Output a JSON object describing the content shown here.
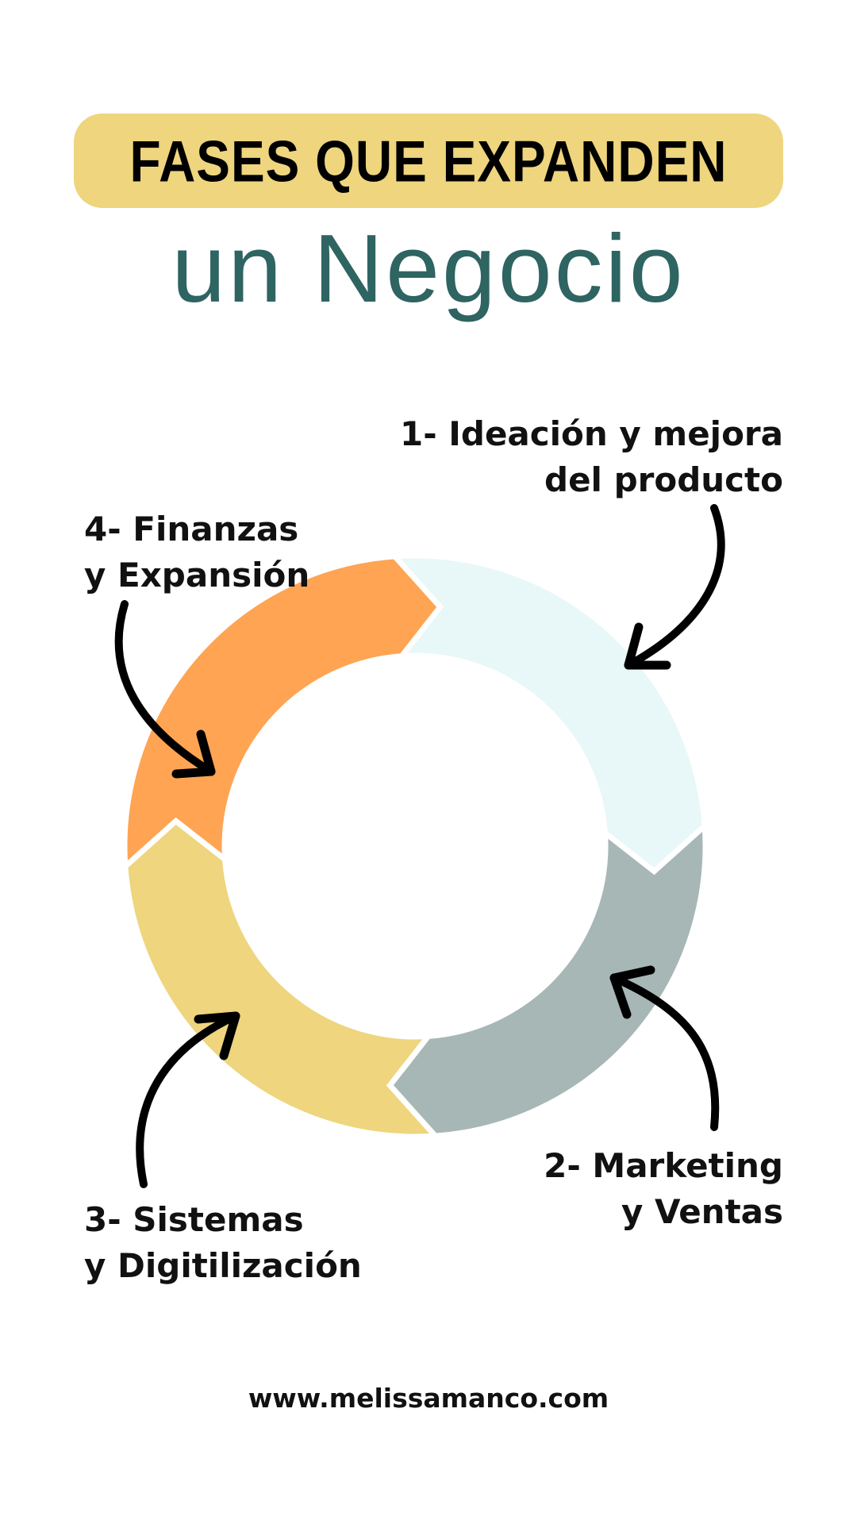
{
  "header": {
    "title": "FASES QUE EXPANDEN",
    "subtitle": "un Negocio"
  },
  "phases": [
    {
      "lines": [
        "1- Ideación y mejora",
        "del producto"
      ],
      "color": "#e8f7f8"
    },
    {
      "lines": [
        "2- Marketing",
        "y Ventas"
      ],
      "color": "#a7b7b5"
    },
    {
      "lines": [
        "3- Sistemas",
        "y Digitilización"
      ],
      "color": "#eed57e"
    },
    {
      "lines": [
        "4- Finanzas",
        "y Expansión"
      ],
      "color": "#fea453"
    }
  ],
  "footer": {
    "url": "www.melissamanco.com"
  }
}
